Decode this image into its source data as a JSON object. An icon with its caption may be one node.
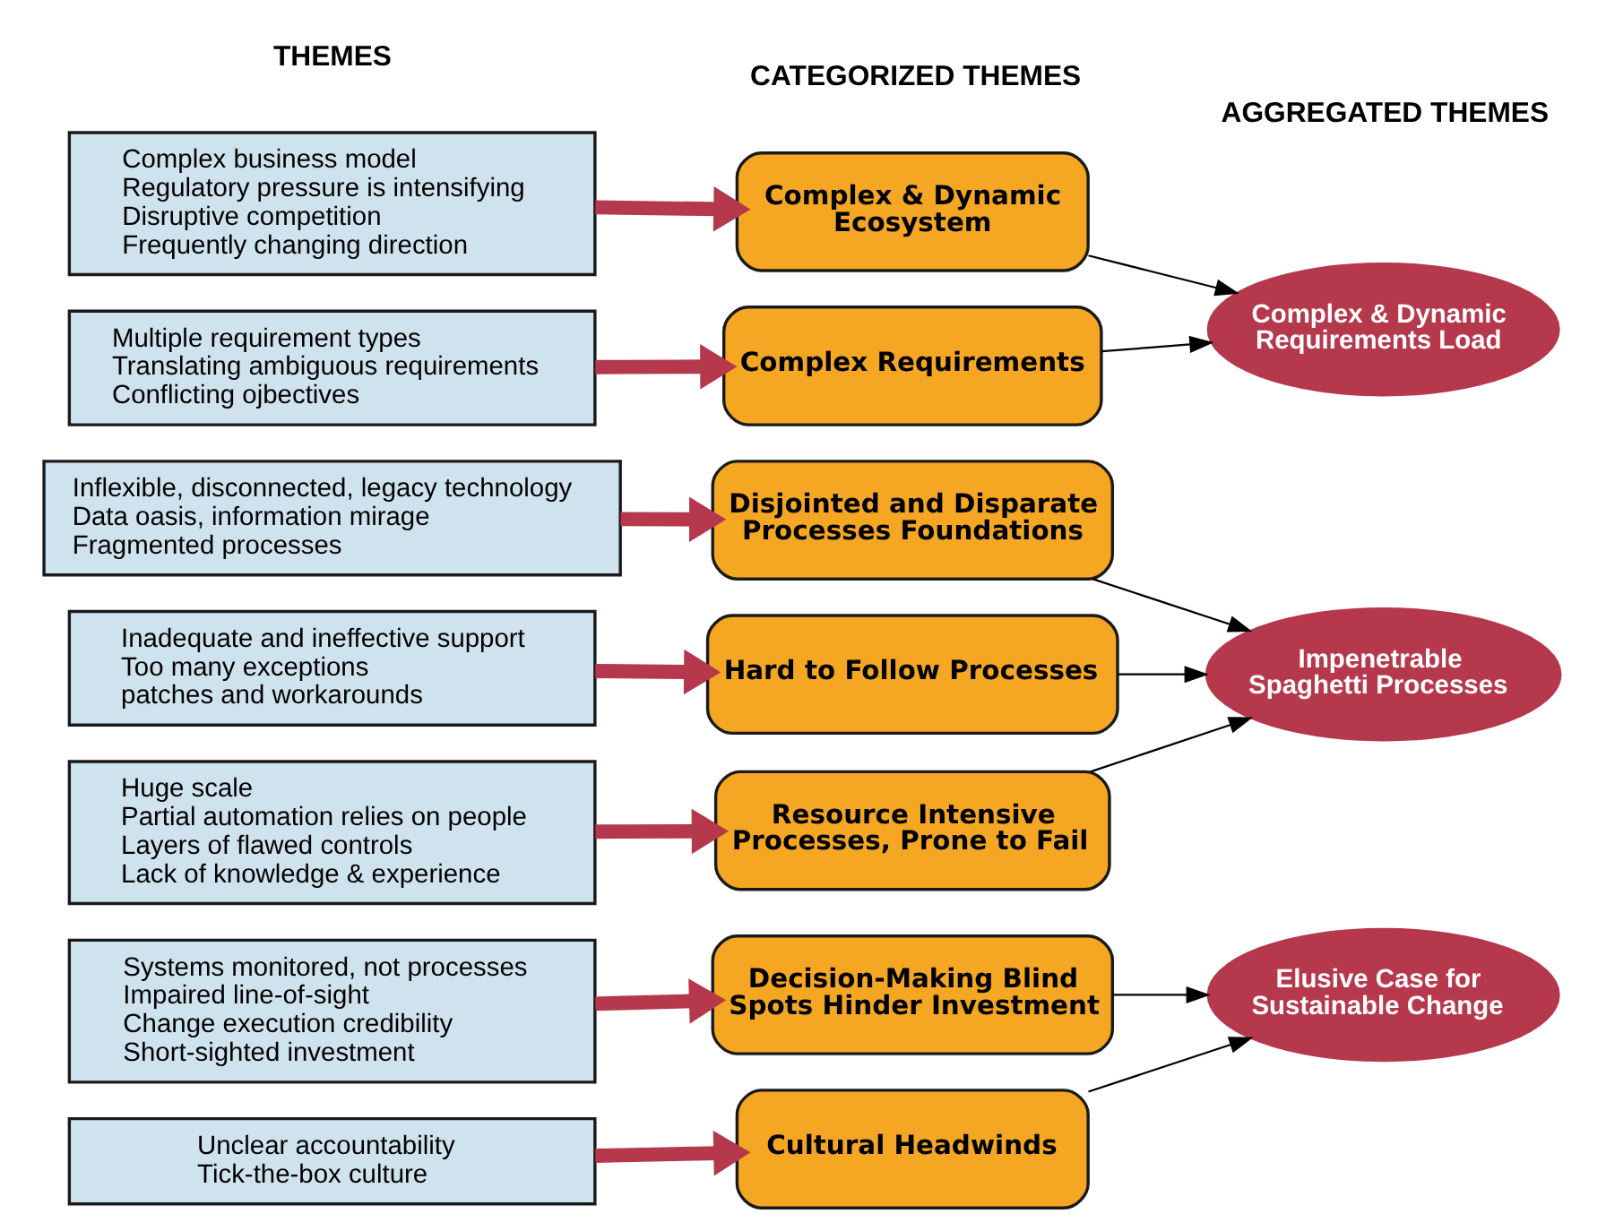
{
  "diagram": {
    "nodes": [
      {
        "text": [
          "Complex business model",
          "Regulatory pressure is intensifying",
          "Disruptive competition",
          "Frequently changing direction"
        ]
      },
      {
        "text": [
          "Multiple requirement types",
          "Translating ambiguous requirements",
          "Conflicting ojbectives"
        ]
      },
      {
        "text": [
          "Inflexible, disconnected, legacy technology",
          "Data oasis, information mirage",
          "Fragmented processes"
        ]
      },
      {
        "text": [
          "Inadequate and ineffective support",
          "Too many exceptions",
          "patches and workarounds"
        ]
      },
      {
        "text": [
          "Huge scale",
          "Partial automation relies on people",
          "Layers of flawed controls",
          "Lack of knowledge & experience"
        ]
      },
      {
        "text": [
          "Systems monitored, not processes",
          "Impaired line-of-sight",
          "Change execution credibility",
          "Short-sighted investment"
        ]
      },
      {
        "text": [
          "Unclear accountability",
          "Tick-the-box culture"
        ]
      },
      {
        "text": [
          "Complex & Dynamic Ecosystem"
        ]
      },
      {
        "text": [
          "Complex Requirements"
        ]
      },
      {
        "text": [
          "Disjointed and Disparate Processes Foundations"
        ]
      },
      {
        "text": [
          "Hard to Follow Processes"
        ]
      },
      {
        "text": [
          "Resource Intensive Processes, Prone to Fail"
        ]
      },
      {
        "text": [
          "Decision-Making Blind Spots Hinder Investment"
        ]
      },
      {
        "text": [
          "Cultural Headwinds"
        ]
      },
      {
        "text": [
          "Complex & Dynamic Requirements Load"
        ]
      },
      {
        "text": [
          "Impenetrable Spaghetti Processes"
        ]
      },
      {
        "text": [
          "Elusive Case for Sustainable Change"
        ]
      }
    ],
    "edges": [
      {
        "from": 0,
        "to": 7,
        "arrow": "to",
        "style": "thick",
        "color": "#b5384c"
      },
      {
        "from": 1,
        "to": 8,
        "arrow": "to",
        "style": "thick",
        "color": "#b5384c"
      },
      {
        "from": 2,
        "to": 9,
        "arrow": "to",
        "style": "thick",
        "color": "#b5384c"
      },
      {
        "from": 3,
        "to": 10,
        "arrow": "to",
        "style": "thick",
        "color": "#b5384c"
      },
      {
        "from": 4,
        "to": 11,
        "arrow": "to",
        "style": "thick",
        "color": "#b5384c"
      },
      {
        "from": 5,
        "to": 12,
        "arrow": "to",
        "style": "thick",
        "color": "#b5384c"
      },
      {
        "from": 6,
        "to": 13,
        "arrow": "to",
        "style": "thick",
        "color": "#b5384c"
      },
      {
        "from": 7,
        "to": 14,
        "arrow": "to",
        "color": "#000000"
      },
      {
        "from": 8,
        "to": 14,
        "arrow": "to",
        "color": "#000000"
      },
      {
        "from": 9,
        "to": 15,
        "arrow": "to",
        "color": "#000000"
      },
      {
        "from": 10,
        "to": 15,
        "arrow": "to",
        "color": "#000000"
      },
      {
        "from": 11,
        "to": 15,
        "arrow": "to",
        "color": "#000000"
      },
      {
        "from": 12,
        "to": 16,
        "arrow": "to",
        "color": "#000000"
      },
      {
        "from": 13,
        "to": 16,
        "arrow": "to",
        "color": "#000000"
      }
    ],
    "labels": [
      "THEMES",
      "CATEGORIZED THEMES",
      "AGGREGATED THEMES"
    ]
  }
}
